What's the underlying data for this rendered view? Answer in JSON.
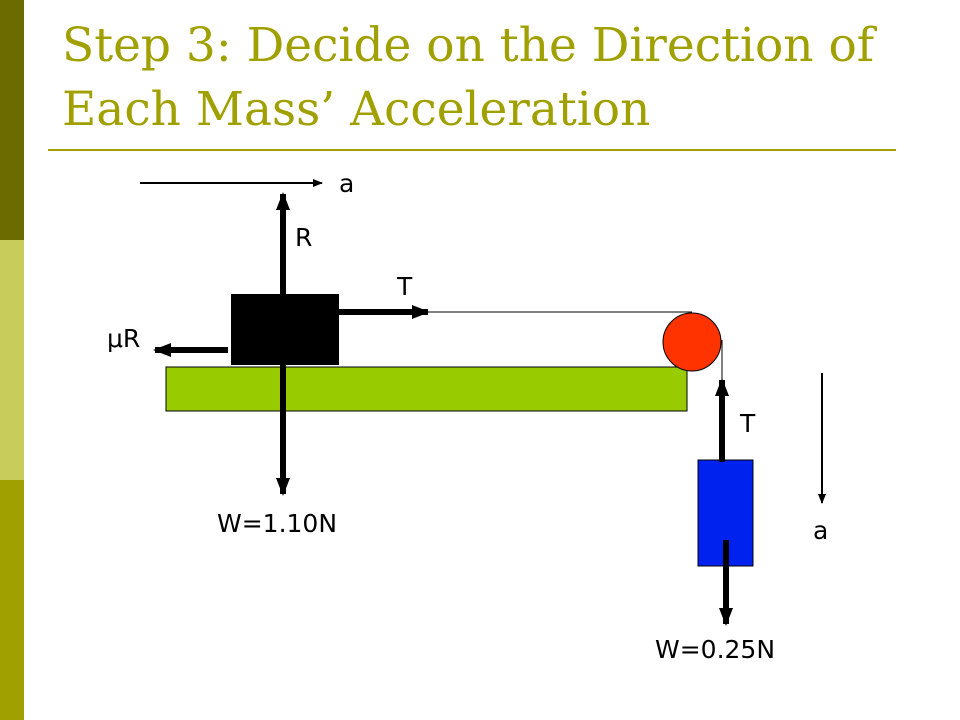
{
  "slide": {
    "title_line1": "Step 3: Decide on the Direction of",
    "title_line2": "Each Mass’ Acceleration"
  },
  "diagram": {
    "labels": {
      "accel_top": "a",
      "normal": "R",
      "tension_top": "T",
      "friction": "μR",
      "weight_block": "W=1.10N",
      "tension_hang": "T",
      "accel_right": "a",
      "weight_hang": "W=0.25N"
    },
    "colors": {
      "theme": "#a0a000",
      "table": "#99cc00",
      "block": "#000000",
      "pulley": "#ff3300",
      "hanging_mass": "#0022ee"
    }
  }
}
